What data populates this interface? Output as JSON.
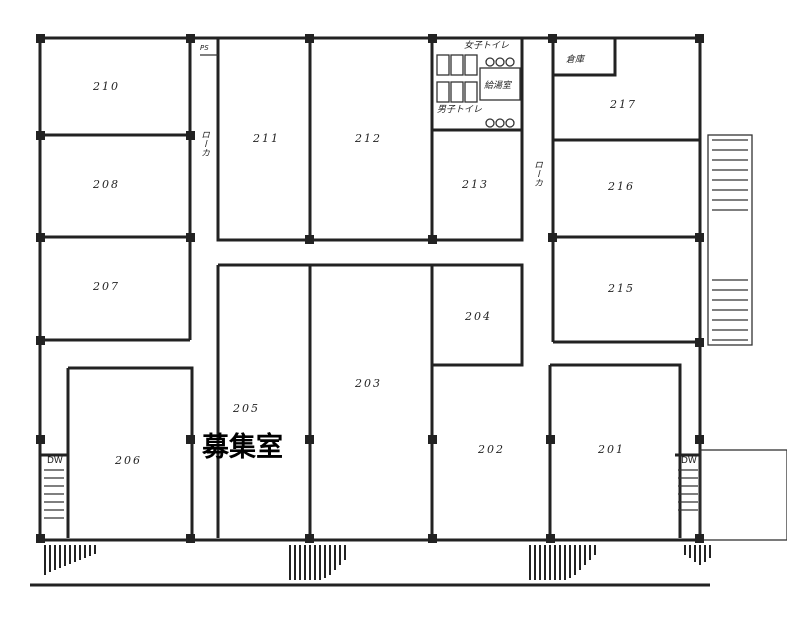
{
  "rooms": {
    "r201": "201",
    "r202": "202",
    "r203": "203",
    "r204": "204",
    "r205": "205",
    "r206": "206",
    "r207": "207",
    "r208": "208",
    "r210": "210",
    "r211": "211",
    "r212": "212",
    "r213": "213",
    "r215": "215",
    "r216": "216",
    "r217": "217"
  },
  "labels": {
    "vacancy": "募集室",
    "womens_toilet": "女子トイレ",
    "mens_toilet": "男子トイレ",
    "kitchenette": "給湯室",
    "storage": "倉庫",
    "corridor_left": "ローカ",
    "corridor_right": "ローカ",
    "shaft": "PS",
    "dw_left": "DW",
    "dw_right": "DW"
  }
}
